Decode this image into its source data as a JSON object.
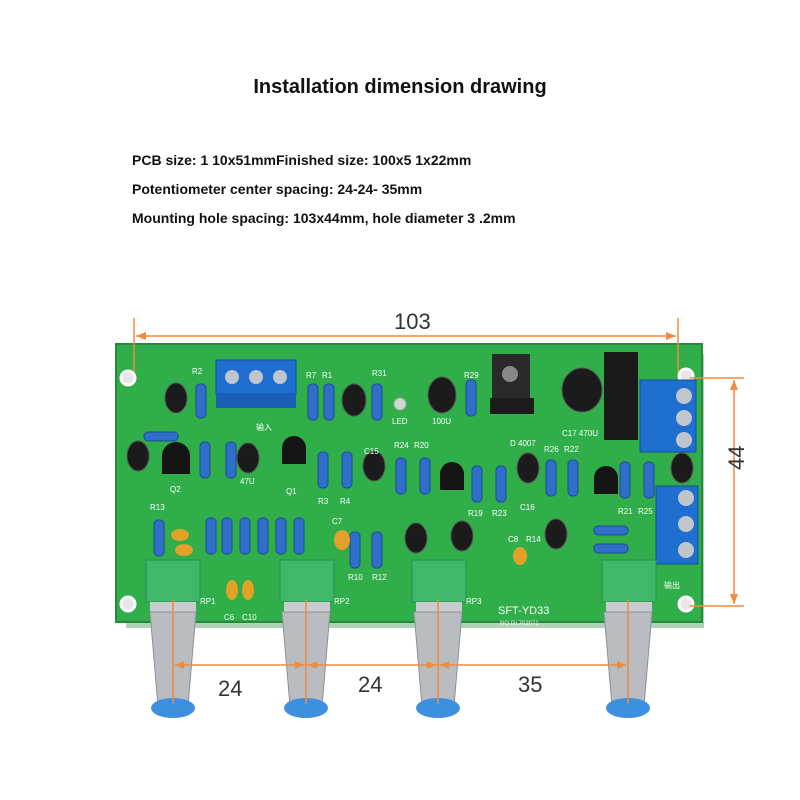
{
  "title": "Installation dimension drawing",
  "specs": [
    "PCB size: 1 10x51mmFinished size: 100x5 1x22mm",
    "Potentiometer center spacing: 24-24- 35mm",
    "Mounting hole spacing: 103x44mm, hole diameter 3 .2mm"
  ],
  "dimensions": {
    "width": "103",
    "height": "44",
    "pot_spacing_1": "24",
    "pot_spacing_2": "24",
    "pot_spacing_3": "35"
  },
  "board": {
    "model": "SFT-YD33",
    "serial": "NO.GL702071",
    "labels": [
      "R2",
      "R7",
      "R1",
      "R31",
      "R29",
      "C15",
      "R24",
      "R20",
      "R26",
      "R22",
      "R3",
      "R4",
      "R13",
      "R19",
      "R23",
      "R21",
      "R25",
      "R10",
      "R12",
      "RP1",
      "RP2",
      "RP3",
      "C6",
      "C10",
      "C7",
      "C8",
      "R14",
      "C16",
      "Q1",
      "Q2",
      "LED",
      "D 4007",
      "C17 470U",
      "100U",
      "47U"
    ],
    "input_label": "输入",
    "output_label": "输出"
  },
  "colors": {
    "pcb": "#2fae4a",
    "dimension_line": "#f08a3c",
    "terminal_block": "#1f6fd1",
    "pot_body": "#3fb86a",
    "knob": "#b9bcc0"
  }
}
